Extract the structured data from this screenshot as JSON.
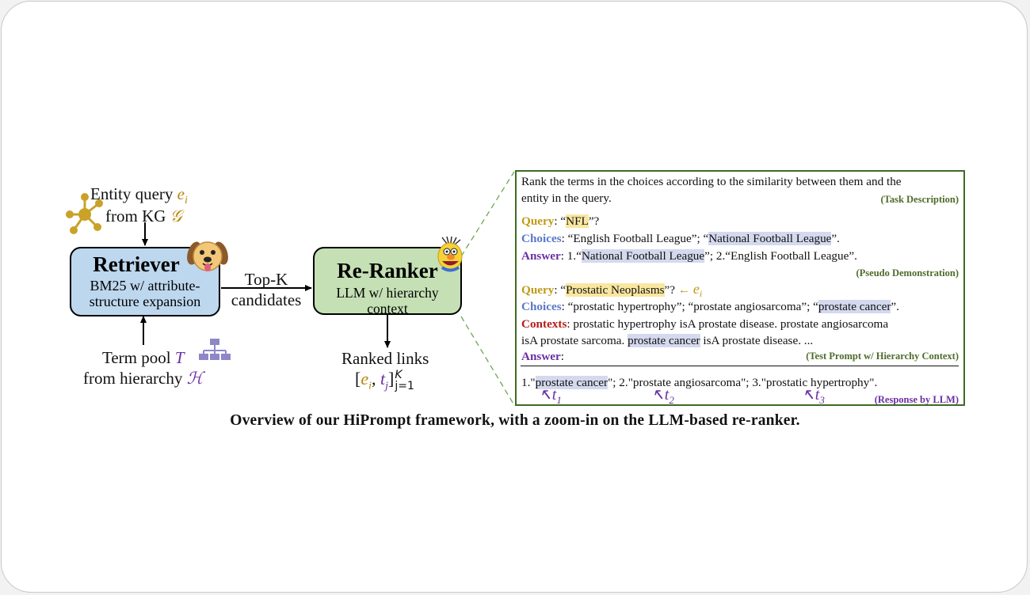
{
  "entity_query": {
    "text": "Entity query ",
    "var": "e",
    "sub": "i"
  },
  "from_kg": {
    "text": "from KG ",
    "var": "𝒢"
  },
  "retriever": {
    "title": "Retriever",
    "subtitle_1": "BM25 w/ attribute-",
    "subtitle_2": "structure expansion"
  },
  "term_pool": {
    "text": "Term pool ",
    "var": "T"
  },
  "from_hierarchy": {
    "text": "from hierarchy ",
    "var": "ℋ"
  },
  "topk": {
    "line1": "Top-K",
    "line2": "candidates"
  },
  "reranker": {
    "title": "Re-Ranker",
    "subtitle": "LLM w/ hierarchy context"
  },
  "ranked": {
    "text": "Ranked links",
    "open": "[",
    "e": "e",
    "e_sub": "i",
    "comma": ", ",
    "t": "t",
    "t_sub": "j",
    "close": "]",
    "sup": "K",
    "subscript": "j=1"
  },
  "panel": {
    "task_line1": "Rank the terms in the choices according to the similarity between them and the",
    "task_line2": "entity in the query.",
    "tag_task": "(Task Description)",
    "q1_key": "Query",
    "q1_pre": ": “",
    "q1_hl": "NFL",
    "q1_post": "”?",
    "c1_key": "Choices",
    "c1_pre": ": “English Football League”; “",
    "c1_hl": "National Football League",
    "c1_post": "”.",
    "a1_key": "Answer",
    "a1_pre": ": 1.“",
    "a1_hl": "National Football League",
    "a1_post": "”; 2.“English Football League”.",
    "tag_pseudo": "(Pseudo Demonstration)",
    "q2_key": "Query",
    "q2_pre": ": “",
    "q2_hl": "Prostatic Neoplasms",
    "q2_post": "”? ",
    "q2_arrow": "←",
    "q2_var": "e",
    "q2_sub": "i",
    "c2_key": "Choices",
    "c2_pre": ": “prostatic hypertrophy”; “prostate angiosarcoma”; “",
    "c2_hl": "prostate cancer",
    "c2_post": "”.",
    "ctx_key": "Contexts",
    "ctx_line1": ": prostatic hypertrophy isA prostate disease. prostate angiosarcoma",
    "ctx_l2_pre": "isA prostate sarcoma. ",
    "ctx_l2_hl": "prostate cancer",
    "ctx_l2_post": " isA prostate disease. ...",
    "a2_key": "Answer",
    "a2_colon": ":",
    "tag_test": "(Test Prompt w/ Hierarchy Context)",
    "resp_pre": "1.\"",
    "resp_hl": "prostate cancer",
    "resp_post": "\"; 2.\"prostate angiosarcoma\"; 3.\"prostatic hypertrophy\".",
    "tag_resp": "(Response by LLM)",
    "t_marks": [
      {
        "arrow": "↖",
        "var": "t",
        "sub": "1"
      },
      {
        "arrow": "↖",
        "var": "t",
        "sub": "2"
      },
      {
        "arrow": "↖",
        "var": "t",
        "sub": "3"
      }
    ]
  },
  "caption": "Overview of our HiPrompt framework, with a zoom-in on the LLM-based re-ranker.",
  "colors": {
    "retriever_fill": "#bdd7ee",
    "reranker_fill": "#c5e0b4",
    "panel_border": "#3e6b23",
    "gold": "#b8860b",
    "purple": "#6a2fa3",
    "kg_icon": "#c9a227",
    "hierarchy_icon": "#8e86c8"
  }
}
